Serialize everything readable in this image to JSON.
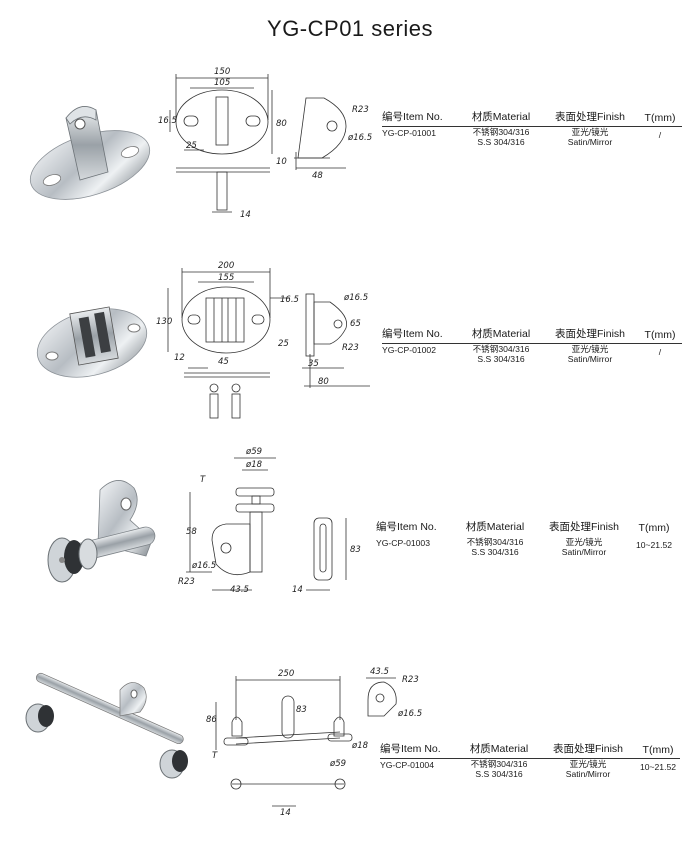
{
  "page": {
    "title": "YG-CP01 series"
  },
  "table_header": {
    "item_no": "编号Item No.",
    "material": "材质Material",
    "finish": "表面处理Finish",
    "thickness": "T(mm)"
  },
  "products": [
    {
      "item_no": "YG-CP-01001",
      "material_cn": "不锈钢304/316",
      "material_en": "S.S 304/316",
      "finish_cn": "亚光/镜光",
      "finish_en": "Satin/Mirror",
      "thickness": "/",
      "dims": {
        "d150": "150",
        "d105": "105",
        "d16_5": "16.5",
        "d80": "80",
        "d25": "25",
        "d10": "10",
        "d48": "48",
        "d14": "14",
        "r23": "R23",
        "phi16_5": "ø16.5"
      }
    },
    {
      "item_no": "YG-CP-01002",
      "material_cn": "不锈钢304/316",
      "material_en": "S.S 304/316",
      "finish_cn": "亚光/镜光",
      "finish_en": "Satin/Mirror",
      "thickness": "/",
      "dims": {
        "d200": "200",
        "d155": "155",
        "d16_5": "16.5",
        "d130": "130",
        "d25": "25",
        "d12": "12",
        "d45": "45",
        "d35": "35",
        "d80": "80",
        "phi16_5": "ø16.5",
        "d65": "65",
        "r23": "R23"
      }
    },
    {
      "item_no": "YG-CP-01003",
      "material_cn": "不锈钢304/316",
      "material_en": "S.S 304/316",
      "finish_cn": "亚光/镜光",
      "finish_en": "Satin/Mirror",
      "thickness": "10~21.52",
      "dims": {
        "phi59": "ø59",
        "phi18": "ø18",
        "t": "T",
        "d58": "58",
        "phi16_5": "ø16.5",
        "r23": "R23",
        "d43_5": "43.5",
        "d14": "14",
        "d83": "83"
      }
    },
    {
      "item_no": "YG-CP-01004",
      "material_cn": "不锈钢304/316",
      "material_en": "S.S 304/316",
      "finish_cn": "亚光/镜光",
      "finish_en": "Satin/Mirror",
      "thickness": "10~21.52",
      "dims": {
        "d250": "250",
        "d43_5": "43.5",
        "r23": "R23",
        "d86": "86",
        "d83": "83",
        "phi16_5": "ø16.5",
        "t": "T",
        "phi18": "ø18",
        "phi59": "ø59",
        "d14": "14"
      }
    }
  ]
}
